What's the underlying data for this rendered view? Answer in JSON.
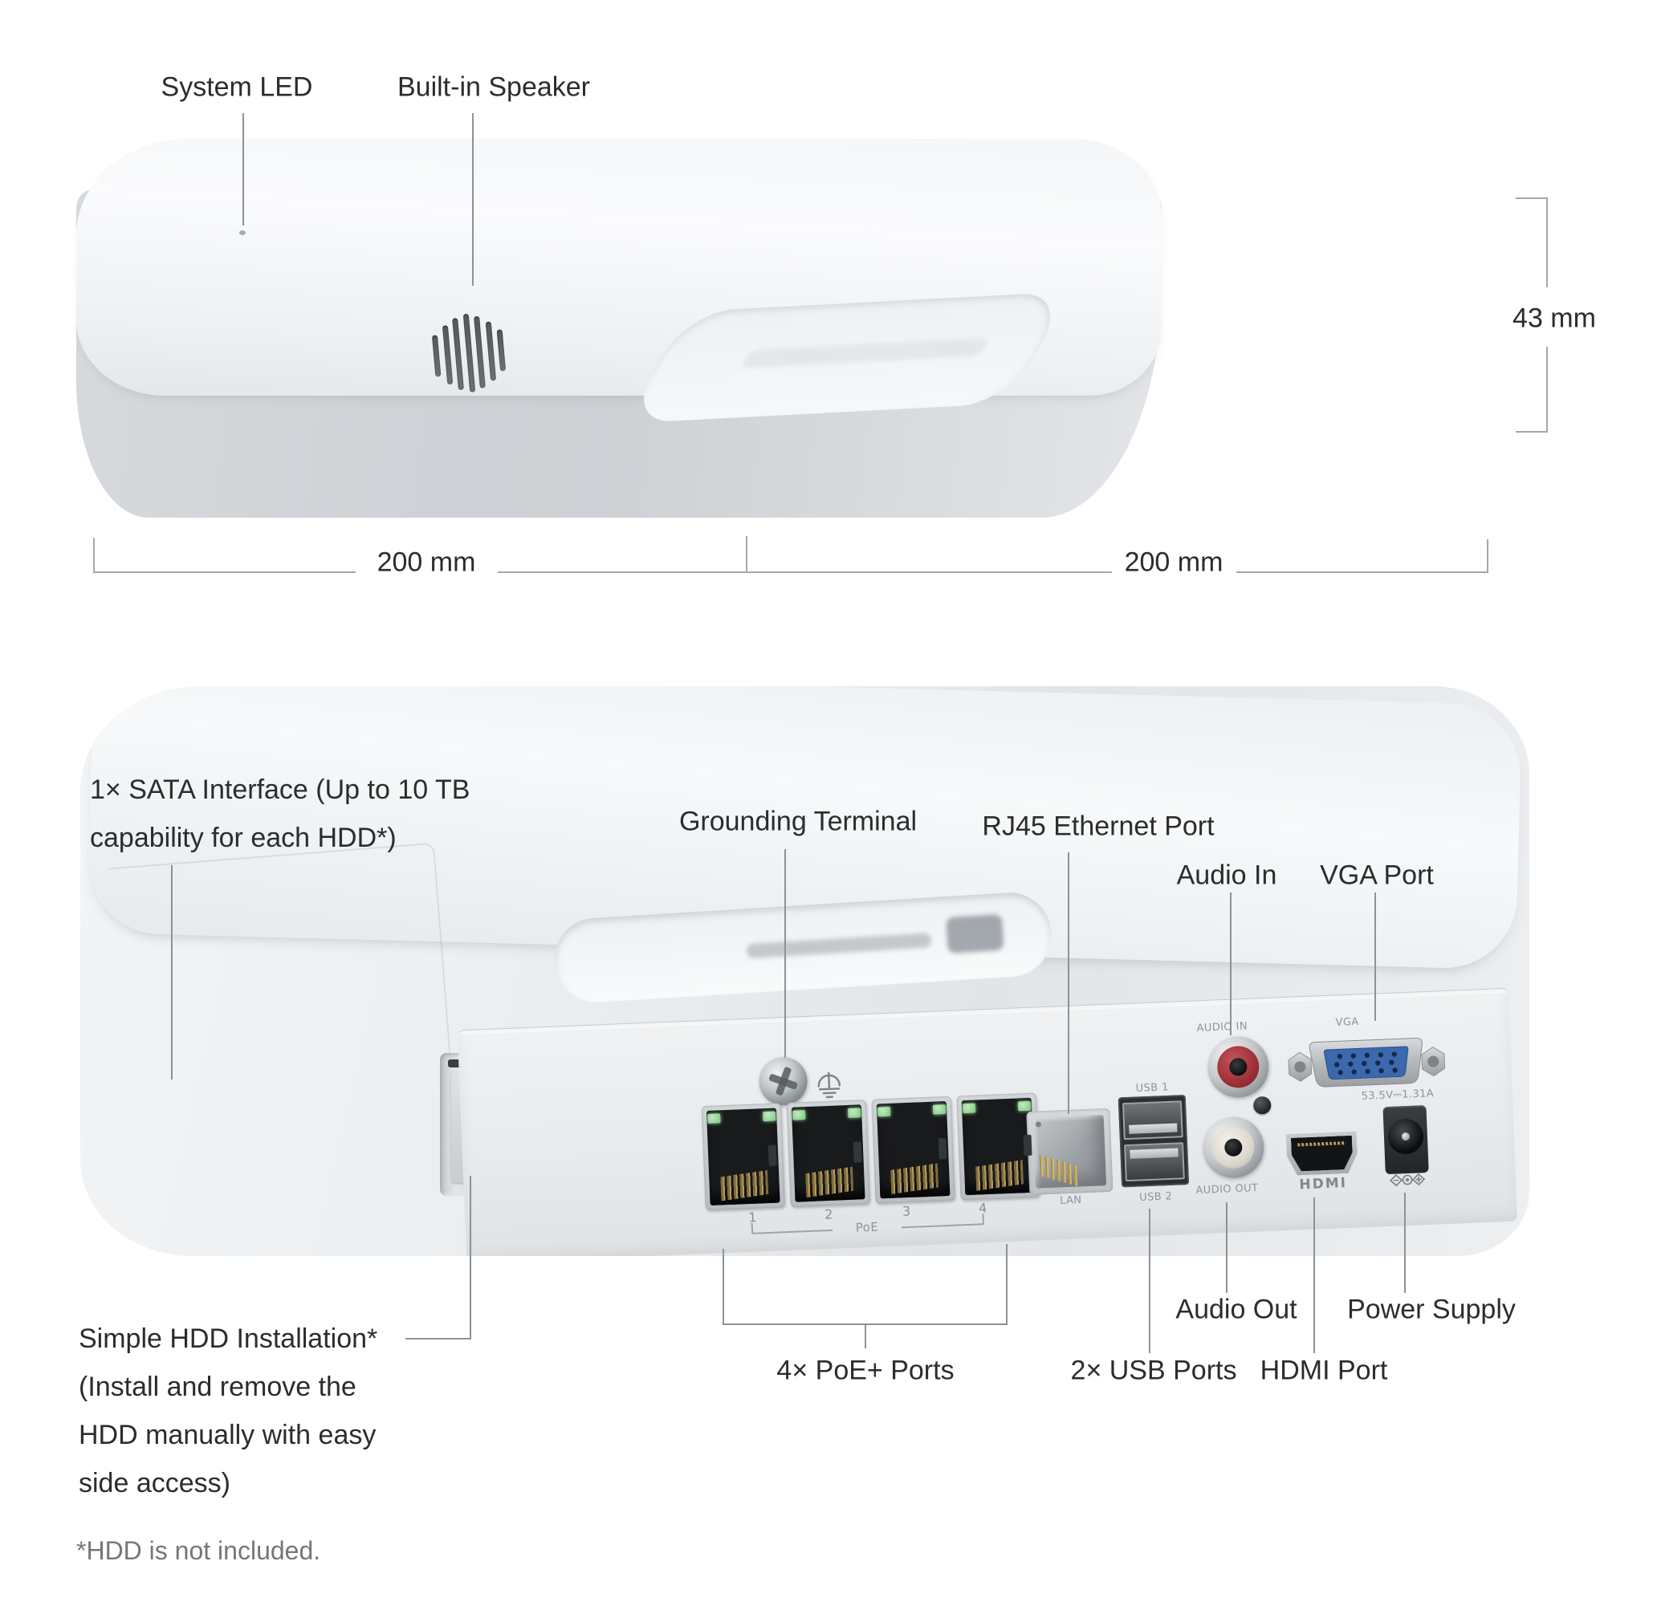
{
  "top_view": {
    "label_system_led": "System LED",
    "label_built_in_speaker": "Built-in Speaker",
    "dim_height": "43 mm",
    "dim_width_left": "200 mm",
    "dim_width_right": "200 mm"
  },
  "rear_view": {
    "callout_sata": "1× SATA Interface (Up to 10 TB\ncapability for each HDD*)",
    "callout_grounding": "Grounding Terminal",
    "callout_rj45": "RJ45 Ethernet Port",
    "callout_audio_in": "Audio In",
    "callout_vga": "VGA Port",
    "callout_audio_out": "Audio Out",
    "callout_power": "Power Supply",
    "callout_poe": "4× PoE+ Ports",
    "callout_usb": "2× USB Ports",
    "callout_hdmi": "HDMI Port",
    "callout_hdd": "Simple HDD Installation*\n(Install and remove the\nHDD manually with easy\nside access)",
    "panel": {
      "audio_in": "AUDIO IN",
      "vga": "VGA",
      "usb1": "USB 1",
      "usb2": "USB 2",
      "lan": "LAN",
      "audio_out": "AUDIO OUT",
      "hdmi": "HDMI",
      "power_rating": "53.5V⎓1.31A",
      "poe": "PoE",
      "port_numbers": [
        "1",
        "2",
        "3",
        "4"
      ]
    }
  },
  "footnote": "*HDD is not included.",
  "colors": {
    "device_white": "#f4f6f8",
    "panel_gray": "#e9ebed",
    "led_green": "#79c47c",
    "vga_blue": "#3c69ae",
    "rca_red": "#9d2f37",
    "annotation_text": "#2b2c2e",
    "leader_line": "#8f9295"
  }
}
